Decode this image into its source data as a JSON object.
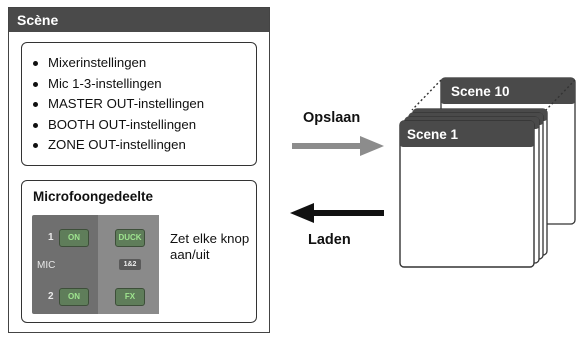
{
  "scene_panel": {
    "title": "Scène",
    "settings_items": [
      "Mixerinstellingen",
      "Mic 1-3-instellingen",
      "MASTER OUT-instellingen",
      "BOOTH OUT-instellingen",
      "ZONE OUT-instellingen"
    ],
    "mic_section": {
      "title": "Microfoongedeelte",
      "description": "Zet elke knop aan/uit",
      "mixer": {
        "mic_label": "MIC",
        "ch1": "1",
        "ch2": "2",
        "on1": "ON",
        "on2": "ON",
        "duck": "DUCK",
        "link": "1&2",
        "fx": "FX"
      }
    }
  },
  "arrows": {
    "save_label": "Opslaan",
    "load_label": "Laden",
    "save_color": "#8c8c8c",
    "load_color": "#111111"
  },
  "scenes": {
    "front": "Scene 1",
    "back": "Scene 10",
    "header_color": "#4a4a4a"
  }
}
